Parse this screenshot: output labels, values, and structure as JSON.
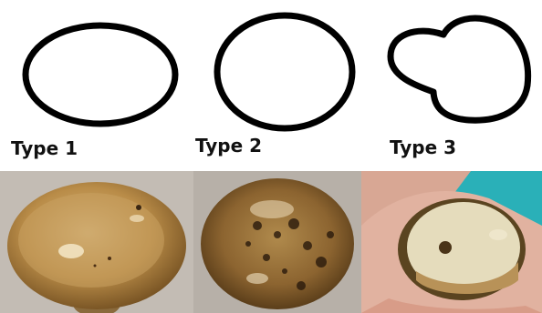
{
  "types": [
    {
      "id": "type-1",
      "label": "Type 1",
      "outline_shape": "oval"
    },
    {
      "id": "type-2",
      "label": "Type 2",
      "outline_shape": "circle"
    },
    {
      "id": "type-3",
      "label": "Type 3",
      "outline_shape": "irregular-lobed"
    }
  ],
  "colors": {
    "outline": "#000000",
    "label": "#111111",
    "photo1_background": "#c9c2ba",
    "photo2_background": "#b7b0a8",
    "photo3_background": "#2ab0b8"
  }
}
